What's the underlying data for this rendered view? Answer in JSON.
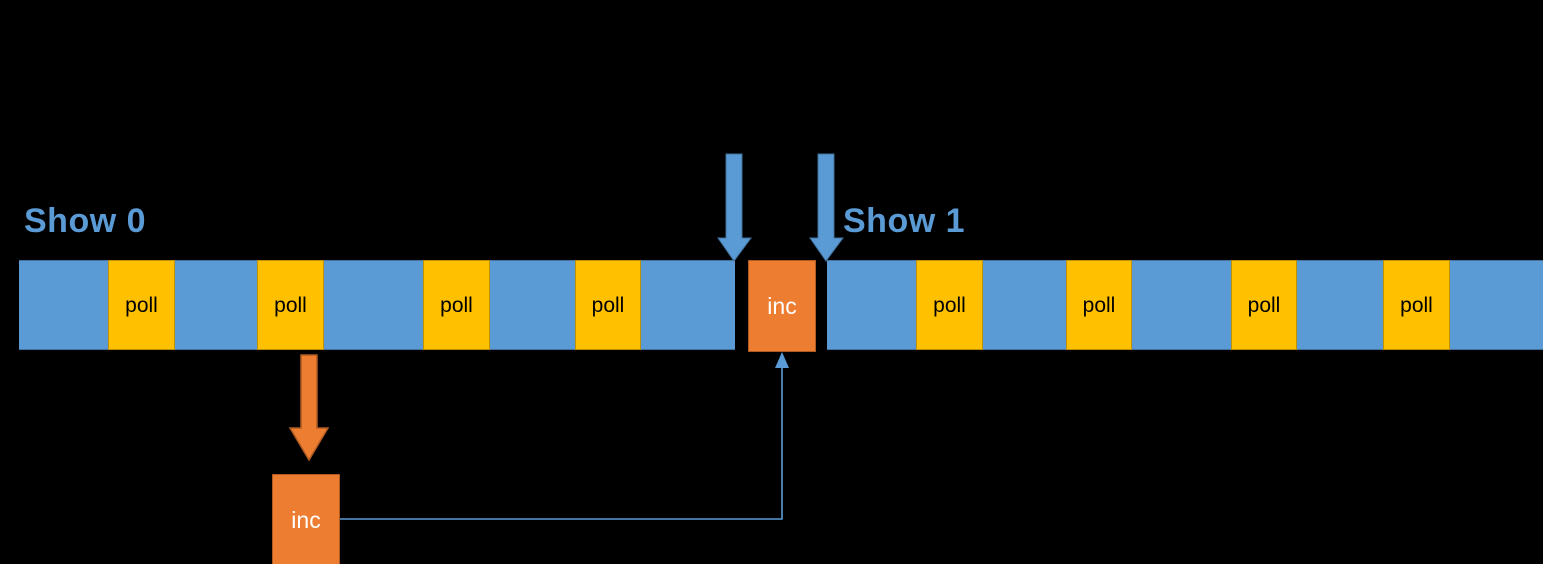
{
  "diagram": {
    "title": "Show 0 / Show 1 polling timeline with inc handler",
    "colors": {
      "background": "#000000",
      "idle": "#5B9BD5",
      "idle_border": "#41719C",
      "poll": "#FFC000",
      "poll_border": "#BF9000",
      "inc": "#ED7D31",
      "inc_border": "#AE5A21",
      "label_text": "#5B9BD5",
      "connector": "#5B9BD5"
    },
    "labels": {
      "show0": "Show 0",
      "show1": "Show 1"
    },
    "timeline_left": {
      "name": "show-0-timeline",
      "segments": [
        {
          "type": "idle",
          "label": ""
        },
        {
          "type": "poll",
          "label": "poll"
        },
        {
          "type": "idle",
          "label": ""
        },
        {
          "type": "poll",
          "label": "poll"
        },
        {
          "type": "idle",
          "label": ""
        },
        {
          "type": "poll",
          "label": "poll"
        },
        {
          "type": "idle",
          "label": ""
        },
        {
          "type": "poll",
          "label": "poll"
        },
        {
          "type": "idle",
          "label": ""
        }
      ]
    },
    "inc_timeline_block": {
      "name": "inc-block-timeline",
      "label": "inc"
    },
    "timeline_right": {
      "name": "show-1-timeline",
      "segments": [
        {
          "type": "idle",
          "label": ""
        },
        {
          "type": "poll",
          "label": "poll"
        },
        {
          "type": "idle",
          "label": ""
        },
        {
          "type": "poll",
          "label": "poll"
        },
        {
          "type": "idle",
          "label": ""
        },
        {
          "type": "poll",
          "label": "poll"
        },
        {
          "type": "idle",
          "label": ""
        },
        {
          "type": "poll",
          "label": "poll"
        },
        {
          "type": "idle",
          "label": ""
        }
      ]
    },
    "inc_handler_block": {
      "name": "inc-block-handler",
      "label": "inc"
    },
    "arrows": {
      "down_blue_1": {
        "name": "boundary-arrow-left",
        "color": "#5B9BD5"
      },
      "down_blue_2": {
        "name": "boundary-arrow-right",
        "color": "#5B9BD5"
      },
      "down_orange": {
        "name": "dispatch-arrow",
        "color": "#ED7D31"
      },
      "connector_up": {
        "name": "return-connector-arrow",
        "color": "#5B9BD5"
      }
    }
  }
}
